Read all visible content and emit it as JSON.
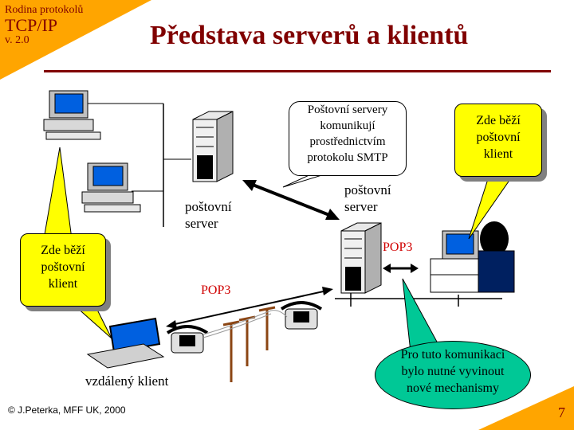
{
  "header": {
    "series_line1": "Rodina protokolů",
    "series_line2": "TCP/IP",
    "series_version": "v. 2.0",
    "title": "Představa serverů a klientů"
  },
  "labels": {
    "server_left_line1": "poštovní",
    "server_left_line2": "server",
    "server_right_line1": "poštovní",
    "server_right_line2": "server",
    "pop3_right": "POP3",
    "pop3_left": "POP3",
    "remote_client": "vzdálený klient"
  },
  "callouts": {
    "left": [
      "Zde běží",
      "poštovní",
      "klient"
    ],
    "right": [
      "Zde běží",
      "poštovní",
      "klient"
    ],
    "smtp": [
      "Poštovní servery",
      "komunikují",
      "prostřednictvím",
      "protokolu SMTP"
    ],
    "new_mechanisms": [
      "Pro tuto komunikaci",
      "bylo nutné vyvinout",
      "nové mechanismy"
    ]
  },
  "footer": {
    "copyright": "© J.Peterka, MFF UK, 2000",
    "page_number": "7"
  },
  "colors": {
    "maroon": "#800000",
    "callout_yellow": "#ffff00",
    "callout_green": "#00c896",
    "protocol_red": "#d00000",
    "corner_orange": "#ffa500"
  }
}
